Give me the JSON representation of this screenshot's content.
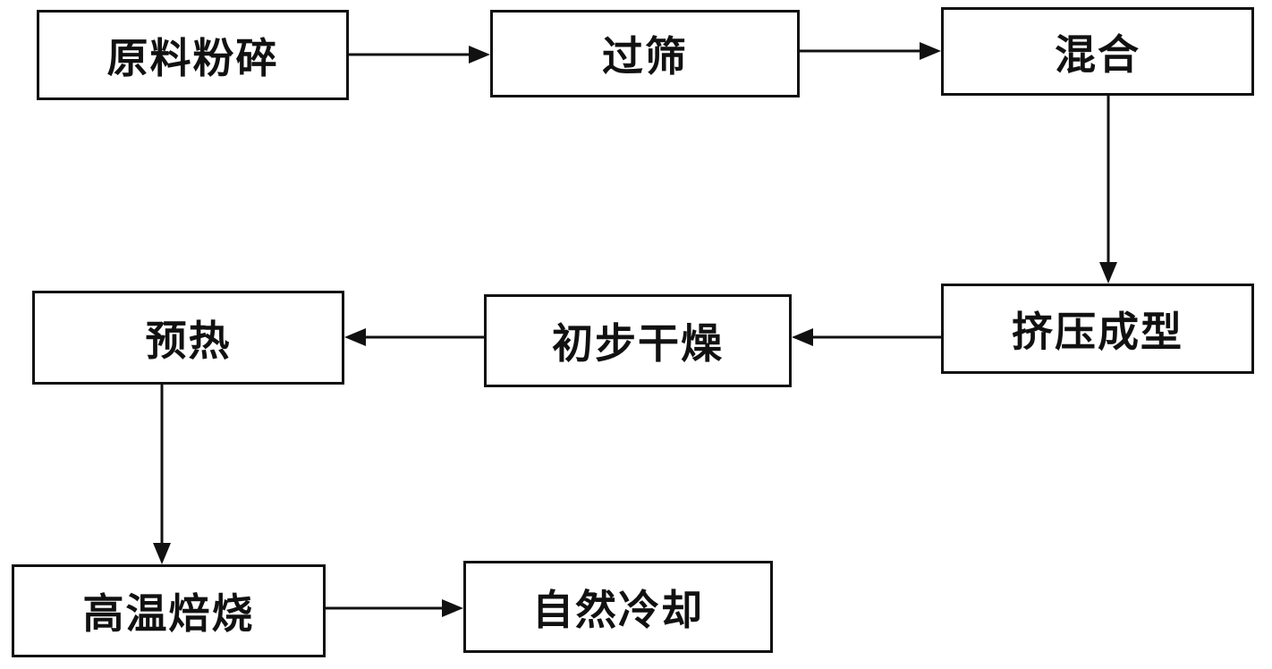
{
  "flow": {
    "steps": [
      {
        "label": "原料粉碎"
      },
      {
        "label": "过筛"
      },
      {
        "label": "混合"
      },
      {
        "label": "挤压成型"
      },
      {
        "label": "初步干燥"
      },
      {
        "label": "预热"
      },
      {
        "label": "高温焙烧"
      },
      {
        "label": "自然冷却"
      }
    ]
  }
}
